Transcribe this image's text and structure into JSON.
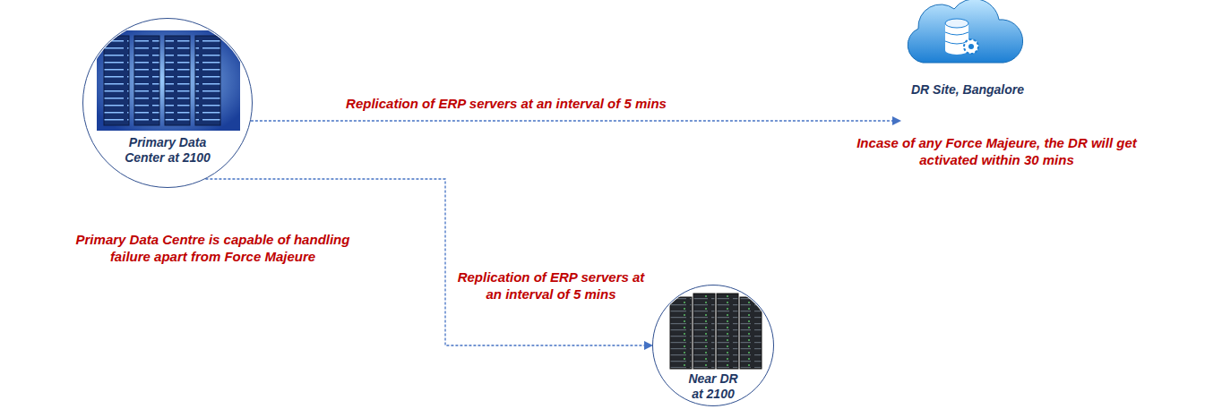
{
  "diagram": {
    "nodes": [
      {
        "text": [
          "Primary Data Center at 2100"
        ]
      },
      {
        "text": [
          "DR Site, Bangalore"
        ]
      },
      {
        "text": [
          "Near DR at 2100"
        ]
      }
    ],
    "edges": [
      {
        "from": 0,
        "to": 1,
        "arrow": "to",
        "label": "Replication of ERP servers at an interval of 5 mins"
      },
      {
        "from": 0,
        "to": 2,
        "arrow": "to",
        "label": "Replication of ERP servers at an interval of 5 mins"
      }
    ],
    "labels": [
      "Primary Data Centre is capable of handling failure apart from Force Majeure",
      "Incase of any Force Majeure, the DR will get activated within 30 mins"
    ]
  }
}
